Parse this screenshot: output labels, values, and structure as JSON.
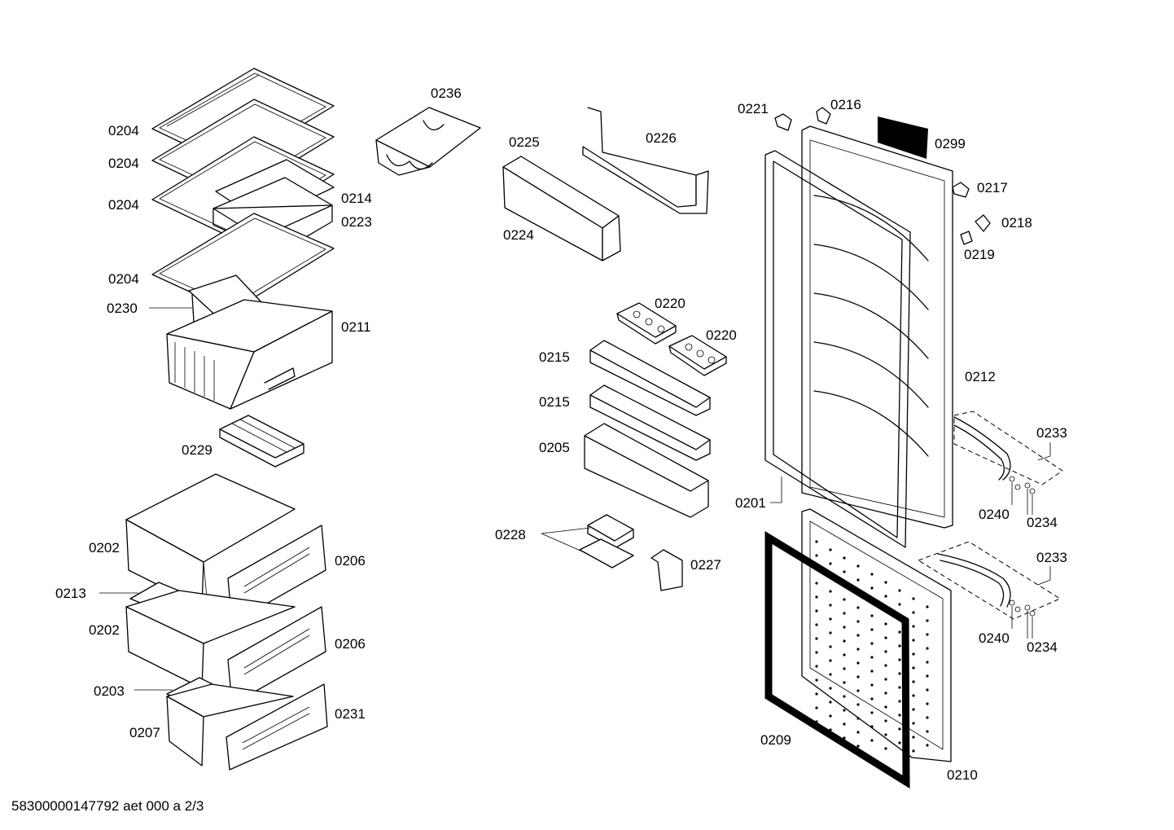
{
  "labels": {
    "l0204a": "0204",
    "l0204b": "0204",
    "l0204c": "0204",
    "l0204d": "0204",
    "l0236": "0236",
    "l0225": "0225",
    "l0226": "0226",
    "l0224": "0224",
    "l0221": "0221",
    "l0216": "0216",
    "l0299": "0299",
    "l0217": "0217",
    "l0218": "0218",
    "l0219": "0219",
    "l0214": "0214",
    "l0223": "0223",
    "l0230": "0230",
    "l0211": "0211",
    "l0229": "0229",
    "l0220a": "0220",
    "l0220b": "0220",
    "l0215a": "0215",
    "l0215b": "0215",
    "l0205": "0205",
    "l0212": "0212",
    "l0233a": "0233",
    "l0240a": "0240",
    "l0234a": "0234",
    "l0201": "0201",
    "l0228": "0228",
    "l0227": "0227",
    "l0202a": "0202",
    "l0206a": "0206",
    "l0213": "0213",
    "l0202b": "0202",
    "l0206b": "0206",
    "l0203": "0203",
    "l0231": "0231",
    "l0207": "0207",
    "l0233b": "0233",
    "l0240b": "0240",
    "l0234b": "0234",
    "l0209": "0209",
    "l0210": "0210"
  },
  "footer": "58300000147792 aet 000 a 2/3"
}
